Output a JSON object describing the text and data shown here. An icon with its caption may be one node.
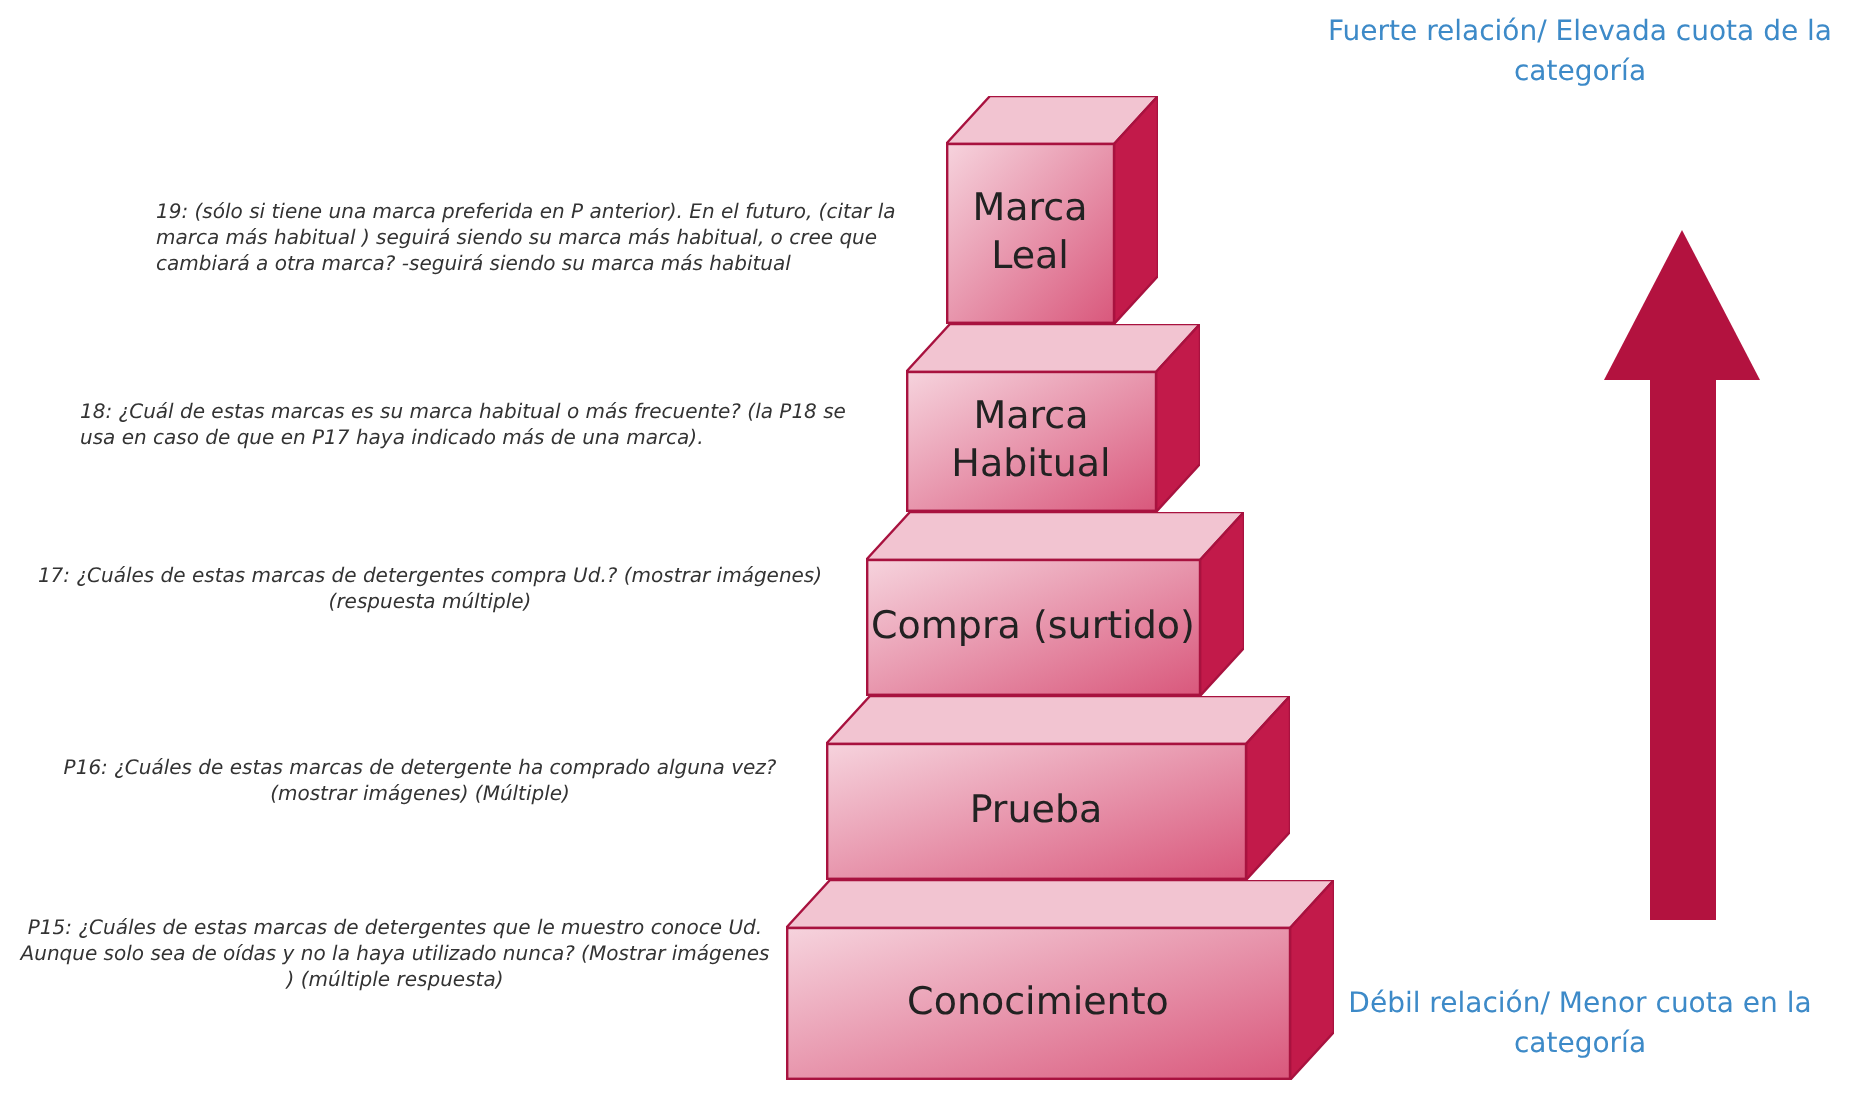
{
  "diagram": {
    "nodes": [
      {
        "text": [
          "Marca Leal"
        ],
        "beside": [
          "19: (sólo si tiene una marca preferida en P anterior). En el futuro, (citar la marca más habitual ) seguirá siendo su marca más habitual, o cree que cambiará a otra marca? -seguirá siendo su marca más habitual"
        ]
      },
      {
        "text": [
          "Marca Habitual"
        ],
        "beside": [
          "18: ¿Cuál de estas marcas es su marca habitual o más frecuente? (la P18 se usa en caso de que en P17 haya indicado más de una marca)."
        ]
      },
      {
        "text": [
          "Compra (surtido)"
        ],
        "beside": [
          "17: ¿Cuáles de estas marcas de detergentes compra Ud.? (mostrar imágenes) (respuesta múltiple)"
        ]
      },
      {
        "text": [
          "Prueba"
        ],
        "beside": [
          "P16: ¿Cuáles de estas marcas de detergente ha comprado alguna vez? (mostrar imágenes) (Múltiple)"
        ]
      },
      {
        "text": [
          "Conocimiento"
        ],
        "beside": [
          "P15: ¿Cuáles de estas marcas de detergentes que le muestro conoce Ud. Aunque solo sea de oídas y no la haya utilizado nunca? (Mostrar imágenes ) (múltiple respuesta)"
        ]
      }
    ],
    "edges": [],
    "labels": [
      "Fuerte relación/ Elevada cuota de la categoría",
      "Débil relación/ Menor cuota en la categoría"
    ]
  }
}
